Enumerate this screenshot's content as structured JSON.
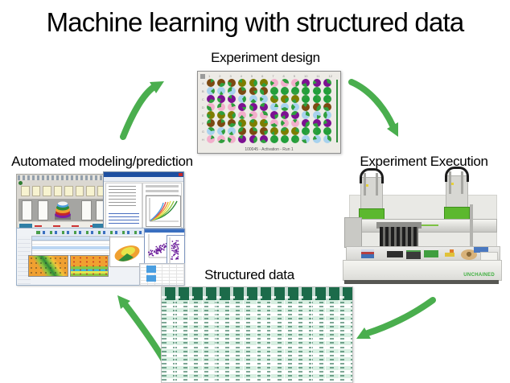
{
  "title": "Machine learning with structured data",
  "labels": {
    "experiment_design": "Experiment design",
    "experiment_execution": "Experiment Execution",
    "structured_data": "Structured data",
    "modeling": "Automated modeling/prediction"
  },
  "plate": {
    "caption": "100045 - Activation - Run 1",
    "rows": [
      "A",
      "B",
      "C",
      "D",
      "E",
      "F",
      "G",
      "H"
    ],
    "cols": [
      "1",
      "2",
      "3",
      "4",
      "5",
      "6",
      "7",
      "8",
      "9",
      "10",
      "11",
      "12"
    ],
    "palette": {
      "b": "#7c4a12",
      "o": "#7d7d00",
      "p": "#f2aecb",
      "l": "#a8d2ee",
      "u": "#7c1191",
      "g": "#229e3a"
    },
    "slice_color": "#2f9e3d",
    "wells": [
      "bbbooopppuuu",
      "lllbbbgggggg",
      "uuullloooggg",
      "pppuuulllbbb",
      "ooopppuuulll",
      "bbbooopppuuu",
      "lllbbboooggg",
      "pppuuuggglll"
    ]
  },
  "robot": {
    "brand": "UNCHAINED",
    "accent_green": "#5cb82e"
  },
  "structured_table": {
    "header_color": "#1c6b4a",
    "row_alt_color": "#d8efe2",
    "rows": 20
  },
  "arrows": {
    "color": "#4aae4e"
  }
}
